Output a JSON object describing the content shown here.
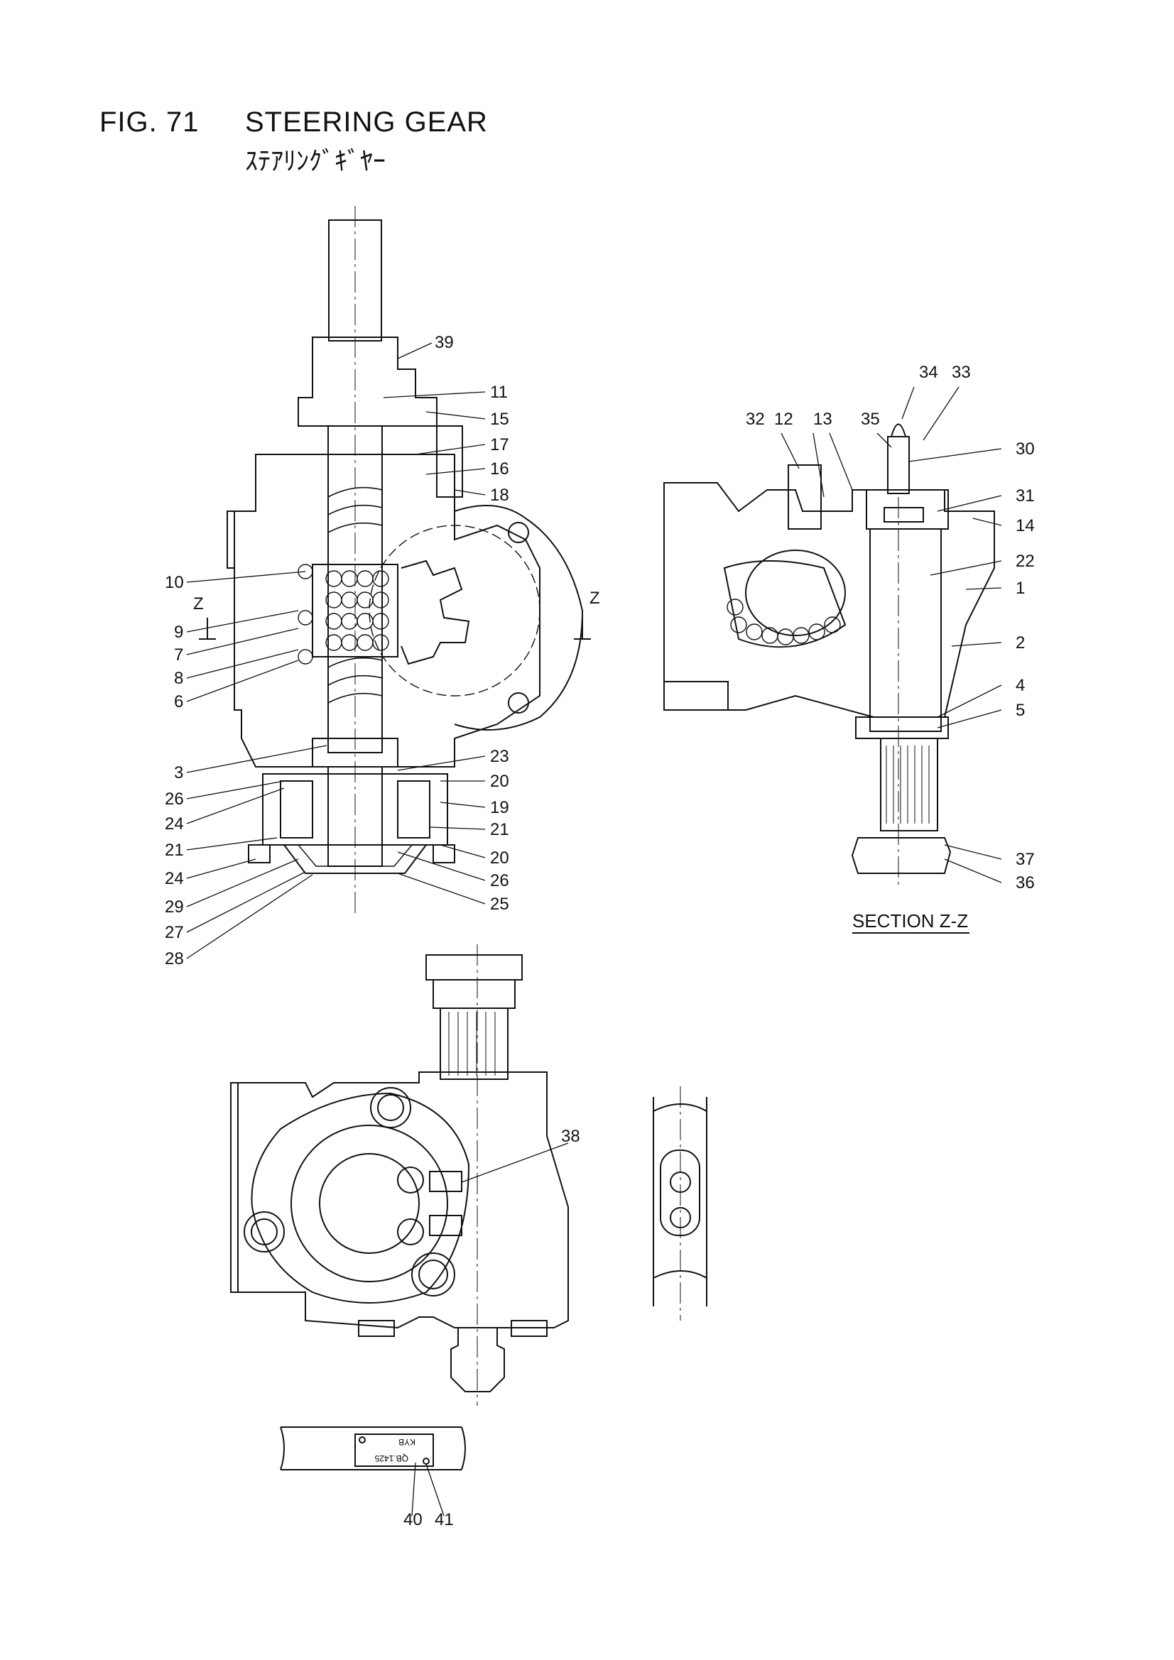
{
  "figure": {
    "number": "FIG. 71",
    "title": "STEERING GEAR",
    "subtitle_jp": "ｽﾃｱﾘﾝｸﾞｷﾞﾔｰ"
  },
  "section_label": "SECTION Z-Z",
  "section_marks": [
    "Z",
    "Z"
  ],
  "callouts": {
    "c39": "39",
    "c11": "11",
    "c15": "15",
    "c17": "17",
    "c16": "16",
    "c18": "18",
    "c10": "10",
    "c9": "9",
    "c7": "7",
    "c8": "8",
    "c6": "6",
    "c3": "3",
    "c23": "23",
    "c26a": "26",
    "c20a": "20",
    "c24a": "24",
    "c19": "19",
    "c21a": "21",
    "c21b": "21",
    "c20b": "20",
    "c24b": "24",
    "c26b": "26",
    "c29": "29",
    "c25": "25",
    "c27": "27",
    "c28": "28",
    "c34": "34",
    "c33": "33",
    "c32": "32",
    "c12": "12",
    "c13": "13",
    "c35": "35",
    "c30": "30",
    "c31": "31",
    "c14": "14",
    "c22": "22",
    "c1": "1",
    "c2": "2",
    "c4": "4",
    "c5": "5",
    "c37": "37",
    "c36": "36",
    "c38": "38",
    "c40": "40",
    "c41": "41"
  },
  "nameplate": {
    "maker": "KYB",
    "code": "QB.1425"
  }
}
